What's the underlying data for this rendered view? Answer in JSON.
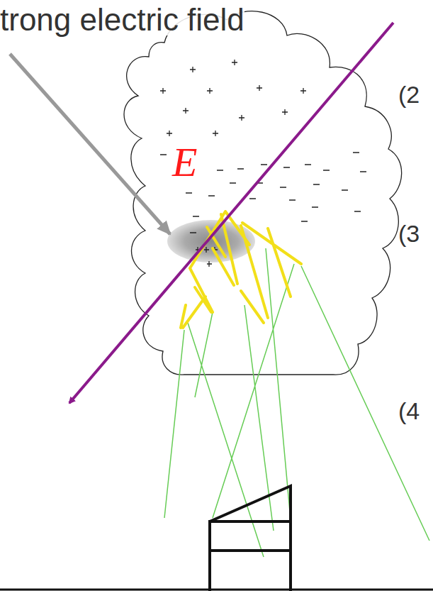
{
  "diagram": {
    "labels": [
      "trong electric field",
      "E",
      "(2",
      "(3",
      "(4"
    ]
  }
}
